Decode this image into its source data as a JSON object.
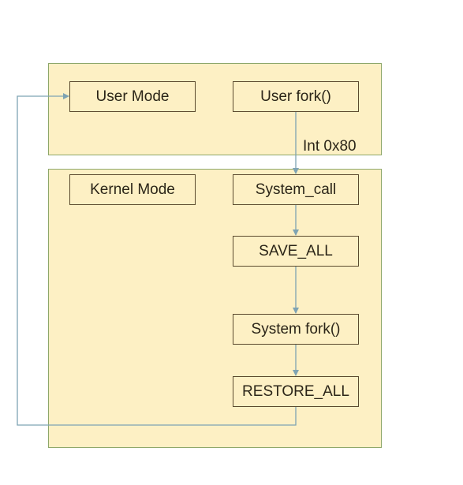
{
  "colors": {
    "region_fill": "#fdf0c4",
    "region_border": "#8ea76a",
    "node_fill": "#fdf0c4",
    "node_border": "#5b4a2e",
    "connector": "#7ea3b3",
    "text": "#2b2518"
  },
  "regions": {
    "user": {},
    "kernel": {}
  },
  "nodes": {
    "user_mode": "User Mode",
    "user_fork": "User fork()",
    "kernel_mode": "Kernel Mode",
    "system_call": "System_call",
    "save_all": "SAVE_ALL",
    "system_fork": "System fork()",
    "restore_all": "RESTORE_ALL"
  },
  "edge_labels": {
    "interrupt": "Int 0x80"
  }
}
